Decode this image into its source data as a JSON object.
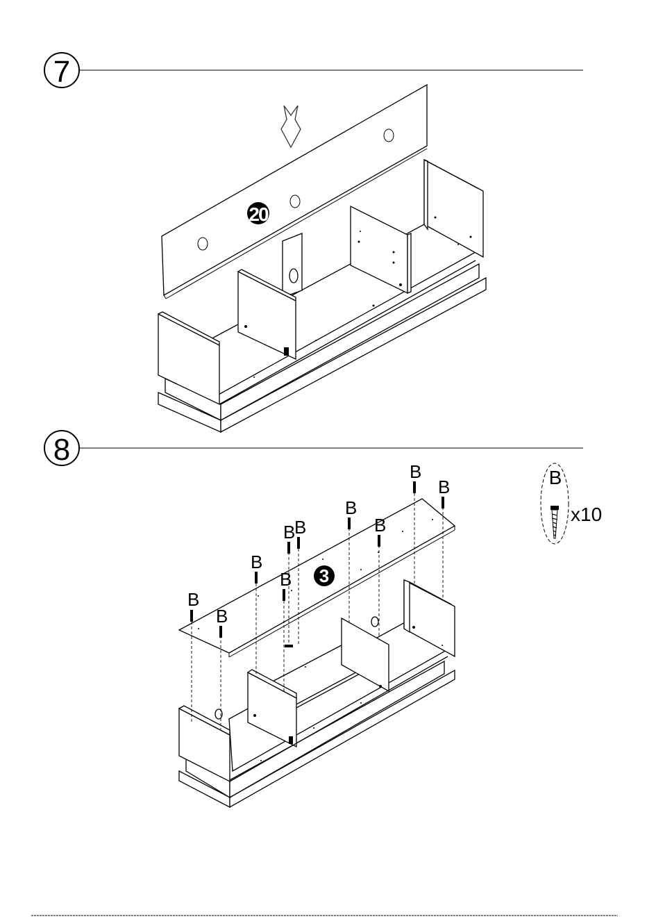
{
  "steps": [
    {
      "number": "7",
      "part_number": "20"
    },
    {
      "number": "8",
      "part_number": "3",
      "screw_label": "B"
    }
  ],
  "hardware": {
    "label": "B",
    "quantity": "x10"
  }
}
